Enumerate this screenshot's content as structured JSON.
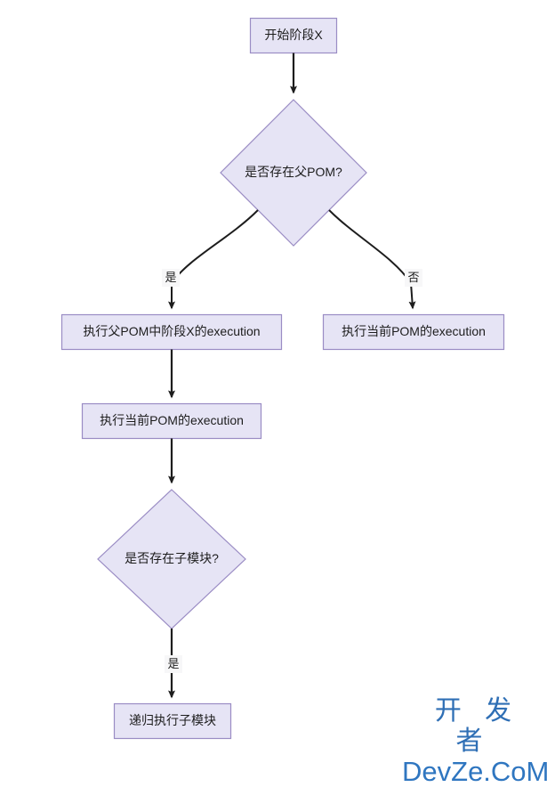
{
  "diagram": {
    "type": "flowchart",
    "background_color": "#ffffff",
    "node_fill": "#e6e4f5",
    "node_stroke": "#9a8cc4",
    "edge_color": "#1d1d1d",
    "nodes": [
      {
        "id": "start",
        "shape": "rect",
        "label": "开始阶段X"
      },
      {
        "id": "has-parent",
        "shape": "diamond",
        "label": "是否存在父POM?"
      },
      {
        "id": "parent-exec",
        "shape": "rect",
        "label": "执行父POM中阶段X的execution"
      },
      {
        "id": "current-exec-right",
        "shape": "rect",
        "label": "执行当前POM的execution"
      },
      {
        "id": "current-exec",
        "shape": "rect",
        "label": "执行当前POM的execution"
      },
      {
        "id": "has-modules",
        "shape": "diamond",
        "label": "是否存在子模块?"
      },
      {
        "id": "recurse",
        "shape": "rect",
        "label": "递归执行子模块"
      }
    ],
    "edges": [
      {
        "from": "start",
        "to": "has-parent",
        "label": ""
      },
      {
        "from": "has-parent",
        "to": "parent-exec",
        "label": "是"
      },
      {
        "from": "has-parent",
        "to": "current-exec-right",
        "label": "否"
      },
      {
        "from": "parent-exec",
        "to": "current-exec",
        "label": ""
      },
      {
        "from": "current-exec",
        "to": "has-modules",
        "label": ""
      },
      {
        "from": "has-modules",
        "to": "recurse",
        "label": "是"
      }
    ]
  },
  "watermark": {
    "line1": "开 发 者",
    "line2": "DevZe.CoM",
    "color": "#2f6fb5"
  }
}
